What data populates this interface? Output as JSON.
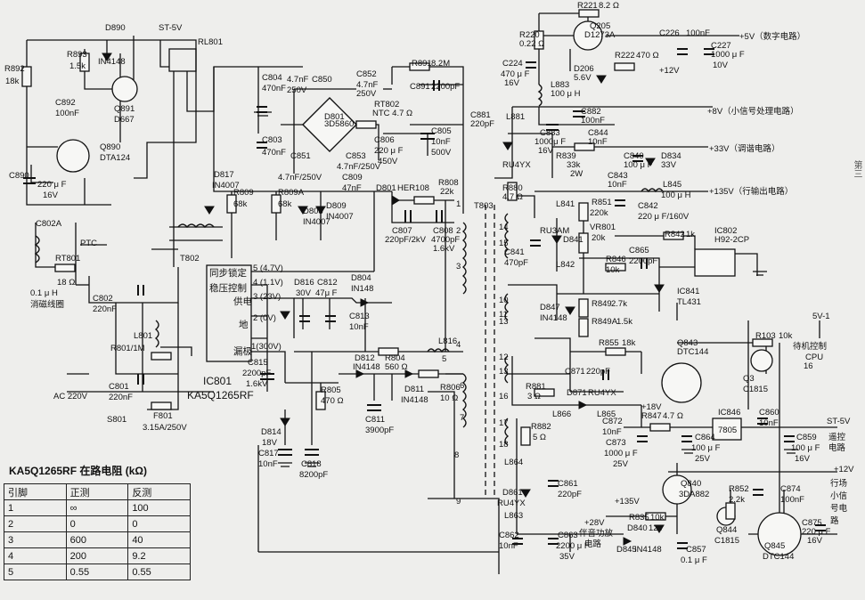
{
  "domain": "Diagram",
  "side_mark": "第三",
  "ic801": {
    "name": "IC801",
    "model": "KA5Q1265RF",
    "box_lines": [
      "同步锁定",
      "稳压控制",
      "供电",
      "地",
      "漏极"
    ],
    "pins": [
      "5 (4.7V)",
      "4 (1.1V)",
      "3 (23V)",
      "2 (0V)",
      "1(300V)"
    ]
  },
  "labels": {
    "d890": "D890",
    "in4148_a": "IN4148",
    "st5v_top": "ST-5V",
    "rl801": "RL801",
    "r893": "R893",
    "r893_v": "1.5k",
    "r892": "R892",
    "r892_v": "18k",
    "c892": "C892",
    "c892_v": "100nF",
    "q891": "Q891",
    "q891_v": "D667",
    "q890": "Q890",
    "q890_v": "DTA124",
    "c890": "C890",
    "c890_v1": "220 μ F",
    "c890_v2": "16V",
    "c802a": "C802A",
    "ptc": "PTC",
    "rt801": "RT801",
    "rt801_v": "18 Ω",
    "coil_v": "0.1 μ H",
    "coil_n": "消磁线圈",
    "c802": "C802",
    "c802_v": "220nF",
    "l801": "L801",
    "r801": "R801/1M",
    "c801": "C801",
    "c801_v": "220nF",
    "ac": "AC 220V",
    "s801": "S801",
    "f801": "F801",
    "f801_v": "3.15A/250V",
    "c804": "C804",
    "c804_v": "470nF",
    "c803": "C803",
    "c803_v": "470nF",
    "c850_v1": "4.7nF",
    "c850_v2": "250V",
    "c850": "C850",
    "c852": "C852",
    "c852_v1": "4.7nF",
    "c852_v2": "250V",
    "d801": "D801",
    "d801_v": "3D5860",
    "rt802": "RT802",
    "rt802_v": "NTC 4.7 Ω",
    "c806": "C806",
    "c806_v1": "220 μ F",
    "c806_v2": "450V",
    "c805": "C805",
    "c805_v1": "10nF",
    "c805_v2": "500V",
    "c851": "C851",
    "c853": "C853",
    "c853_v": "4.7nF/250V",
    "c8xx_v": "4.7nF/250V",
    "c809": "C809",
    "c809_v": "47nF",
    "d817": "D817",
    "d817_v": "IN4007",
    "r809": "R809",
    "r809_v": "68k",
    "r809a": "R809A",
    "r809a_v": "68k",
    "d808": "D808",
    "d808_v": "IN4007",
    "d809": "D809",
    "d809_v": "IN4007",
    "t802": "T802",
    "r891": "R891",
    "r891_v": "8.2M",
    "c891": "C891",
    "c891_v": "2200pF",
    "d801b": "D801",
    "d801b_v": "HER108",
    "r808": "R808",
    "r808_v": "22k",
    "c807": "C807",
    "c807_v": "220pF/2kV",
    "c808": "C808",
    "c808_v1": "4700pF",
    "c808_v2": "1.6kV",
    "d816": "D816",
    "d816_v": "30V",
    "c812": "C812",
    "c812_v": "47μ F",
    "d804": "D804",
    "d804_v": "IN148",
    "c813": "C813",
    "c813_v": "10nF",
    "c815": "C815",
    "c815_v1": "2200pF",
    "c815_v2": "1.6kV",
    "d812": "D812",
    "d812_v": "IN4148",
    "r804": "R804",
    "r804_v": "560 Ω",
    "r805": "R805",
    "r805_v": "470 Ω",
    "d811": "D811",
    "d811_v": "IN4148",
    "r806": "R806",
    "r806_v": "10 Ω",
    "l816": "L816",
    "c811": "C811",
    "c811_v": "3900pF",
    "d814": "D814",
    "d814_v": "18V",
    "c817": "C817",
    "c817_v": "10nF",
    "c818": "C818",
    "c818_v": "8200pF",
    "t803": "T803",
    "p1": "1",
    "p2": "2",
    "p3": "3",
    "p4": "4",
    "p5": "5",
    "p6": "6",
    "p7": "7",
    "p8": "8",
    "p9": "9",
    "p10": "10",
    "p11": "11",
    "p12": "12",
    "p13": "13",
    "p13b": "13",
    "p14": "14",
    "p15": "15",
    "p16": "16",
    "p17": "17",
    "p18": "18",
    "r221": "R221",
    "r221_v": "8.2 Ω",
    "r220": "R220",
    "r220_v": "0.22 Ω",
    "q205": "Q205",
    "q205_v": "D1273A",
    "c226": "C226",
    "c226_v": "100nF",
    "c227": "C227",
    "c227_v1": "1000 μ F",
    "c227_v2": "10V",
    "out_5v": "+5V（数字电路）",
    "c224": "C224",
    "c224_v1": "470 μ F",
    "c224_v2": "16V",
    "r222": "R222",
    "r222_v": "470 Ω",
    "d206": "D206",
    "d206_v": "5.6V",
    "out_12v_a": "+12V",
    "l883": "L883",
    "l883_v": "100 μ H",
    "c881": "C881",
    "c881_v": "220pF",
    "l881": "L881",
    "c882": "C882",
    "c882_v": "100nF",
    "out_8v": "+8V（小信号处理电路）",
    "c883": "C883",
    "c883_v1": "1000μ F",
    "c883_v2": "16V",
    "c844": "C844",
    "c844_v": "10nF",
    "d_ru4yx_a": "RU4YX",
    "r839": "R839",
    "r839_v1": "33k",
    "r839_v2": "2W",
    "c840": "C840",
    "c840_v": "100 μ F",
    "d834": "D834",
    "d834_v": "33V",
    "out_33v": "+33V（调谐电路）",
    "c843": "C843",
    "c843_v": "10nF",
    "r880": "R880",
    "r880_v": "4.7 Ω",
    "l845": "L845",
    "l845_v": "100 μ H",
    "out_135v": "+135V（行输出电路）",
    "r851": "R851",
    "r851_v": "220k",
    "c842": "C842",
    "c842_v": "220 μ F/160V",
    "l841": "L841",
    "ru3am": "RU3AM",
    "d841": "D841",
    "c841": "C841",
    "c841_v": "470pF",
    "l842": "L842",
    "vr801": "VR801",
    "vr801_v": "20k",
    "r842": "R842",
    "r842_v": "1k",
    "ic802": "IC802",
    "ic802_v": "H92-2CP",
    "r846": "R846",
    "r846_v": "10k",
    "c865": "C865",
    "c865_v": "2200pF",
    "ic841": "IC841",
    "ic841_v": "TL431",
    "d847": "D847",
    "d847_v": "IN4148",
    "r849": "R849",
    "r849_v": "2.7k",
    "r849a": "R849A",
    "r849a_v": "1.5k",
    "r855": "R855",
    "r855_v": "18k",
    "q843": "Q843",
    "q843_v": "DTC144",
    "v5v1": "5V-1",
    "r103": "R103",
    "r103_v": "10k",
    "standby": "待机控制",
    "cpu": "CPU",
    "pin16": "16",
    "q3": "Q3",
    "q3_v": "C1815",
    "c871": "C871",
    "c871_v": "220pF",
    "r881": "R881",
    "r881_v": "3 Ω",
    "d871": "D871",
    "d871_v": "RU4YX",
    "l866": "L866",
    "l865": "L865",
    "out_18v": "+18V",
    "c872": "C872",
    "c872_v": "10nF",
    "r847": "R847",
    "r847_v": "4.7 Ω",
    "ic846": "IC846",
    "ic846_v": "7805",
    "c860": "C860",
    "c860_v": "10nF",
    "out_st5v": "ST-5V",
    "remote": "遥控",
    "remote2": "电路",
    "r882": "R882",
    "r882_v": "5 Ω",
    "c873": "C873",
    "c873_v1": "1000 μ F",
    "c873_v2": "25V",
    "c864": "C864",
    "c864_v1": "100 μ F",
    "c864_v2": "25V",
    "c859": "C859",
    "c859_v1": "100 μ F",
    "c859_v2": "16V",
    "l864": "L864",
    "out_12v_b": "+12V",
    "line_s1": "行场",
    "line_s2": "小信",
    "line_s3": "号电",
    "line_s4": "路",
    "d861": "D861",
    "d861_v": "RU4YX",
    "c861": "C861",
    "c861_v": "220pF",
    "q840": "Q840",
    "q840_v": "3DA882",
    "r852": "R852",
    "r852_v": "2.2k",
    "c874": "C874",
    "c874_v": "100nF",
    "l863": "L863",
    "in_135v": "+135V",
    "r835": "R835",
    "r835_v": "10k",
    "d840": "D840",
    "d840_v": "12V",
    "c875": "C875",
    "c875_v1": "220 μ F",
    "c875_v2": "16V",
    "out_28v": "+28V",
    "out_28v_b": "伴音功放",
    "out_28v_c": "电路",
    "c862": "C862",
    "c862_v": "10nF",
    "c863": "C863",
    "c863_v1": "2200 μ F",
    "c863_v2": "35V",
    "d845": "D845",
    "d845_v": "IN4148",
    "c857": "C857",
    "c857_v": "0.1 μ F",
    "q844": "Q844",
    "q844_v": "C1815",
    "q845": "Q845",
    "q845_v": "DTC144"
  },
  "pin_table": {
    "caption": "KA5Q1265RF 在路电阻 (kΩ)",
    "headers": [
      "引脚",
      "正测",
      "反测"
    ],
    "rows": [
      [
        "1",
        "∞",
        "100"
      ],
      [
        "2",
        "0",
        "0"
      ],
      [
        "3",
        "600",
        "40"
      ],
      [
        "4",
        "200",
        "9.2"
      ],
      [
        "5",
        "0.55",
        "0.55"
      ]
    ]
  }
}
